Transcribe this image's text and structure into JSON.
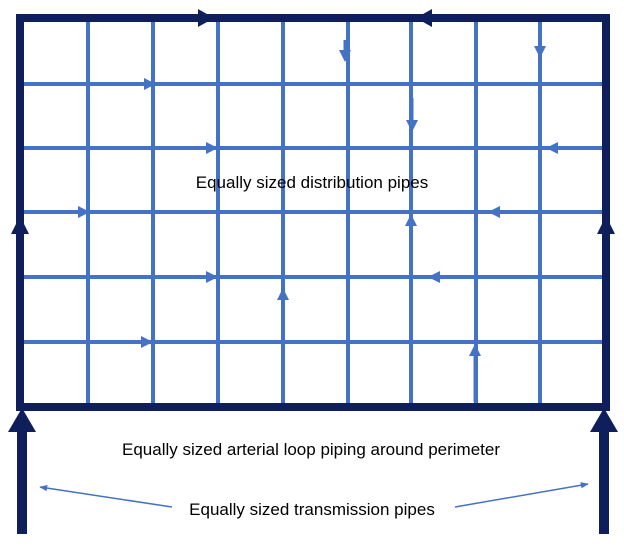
{
  "colors": {
    "perimeter": "#0e1f5c",
    "distribution": "#4472c4",
    "label": "#000000"
  },
  "labels": {
    "distribution_pipes": "Equally sized distribution pipes",
    "arterial_loop": "Equally sized arterial loop piping around perimeter",
    "transmission_pipes": "Equally sized transmission pipes"
  }
}
